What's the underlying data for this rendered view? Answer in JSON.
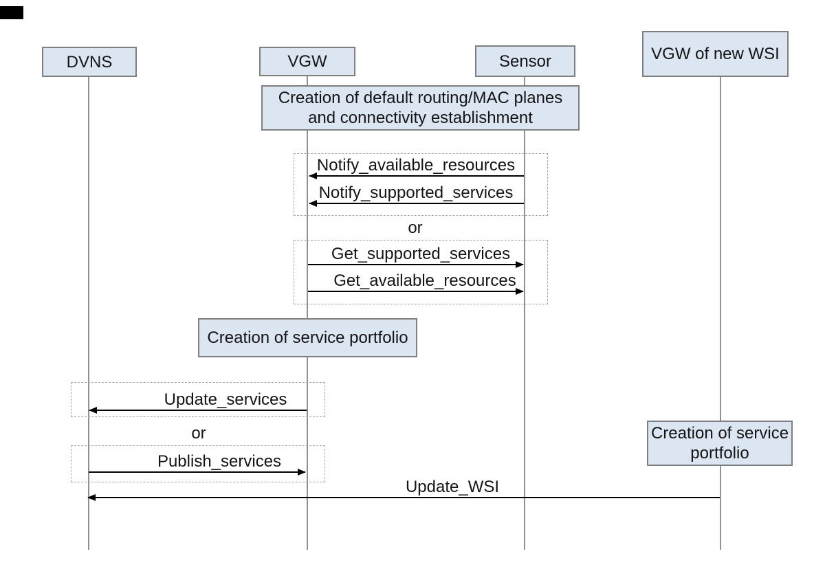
{
  "diagram": {
    "actors": [
      {
        "label": "DVNS"
      },
      {
        "label": "VGW"
      },
      {
        "label": "Sensor"
      },
      {
        "label": "VGW of new WSI"
      }
    ],
    "activities": {
      "routing": {
        "line1": "Creation of default routing/MAC planes",
        "line2": "and connectivity establishment"
      },
      "portfolio_vgw": {
        "label": "Creation of service portfolio"
      },
      "portfolio_wsi": {
        "line1": "Creation of service",
        "line2": "portfolio"
      }
    },
    "messages": [
      {
        "label": "Notify_available_resources",
        "from": "Sensor",
        "to": "VGW"
      },
      {
        "label": "Notify_supported_services",
        "from": "Sensor",
        "to": "VGW"
      },
      {
        "label": "Get_supported_services",
        "from": "VGW",
        "to": "Sensor"
      },
      {
        "label": "Get_available_resources",
        "from": "VGW",
        "to": "Sensor"
      },
      {
        "label": "Update_services",
        "from": "VGW",
        "to": "DVNS"
      },
      {
        "label": "Publish_services",
        "from": "DVNS",
        "to": "VGW"
      },
      {
        "label": "Update_WSI",
        "from": "VGW of new WSI",
        "to": "DVNS"
      }
    ],
    "operators": {
      "or1": "or",
      "or2": "or"
    },
    "colors": {
      "box_fill": "#dce6f2",
      "box_border": "#7f7f7f",
      "lifeline": "#8f8f8f",
      "arrow": "#000000",
      "dashed_border": "#a3a3a3",
      "background": "#ffffff"
    }
  }
}
